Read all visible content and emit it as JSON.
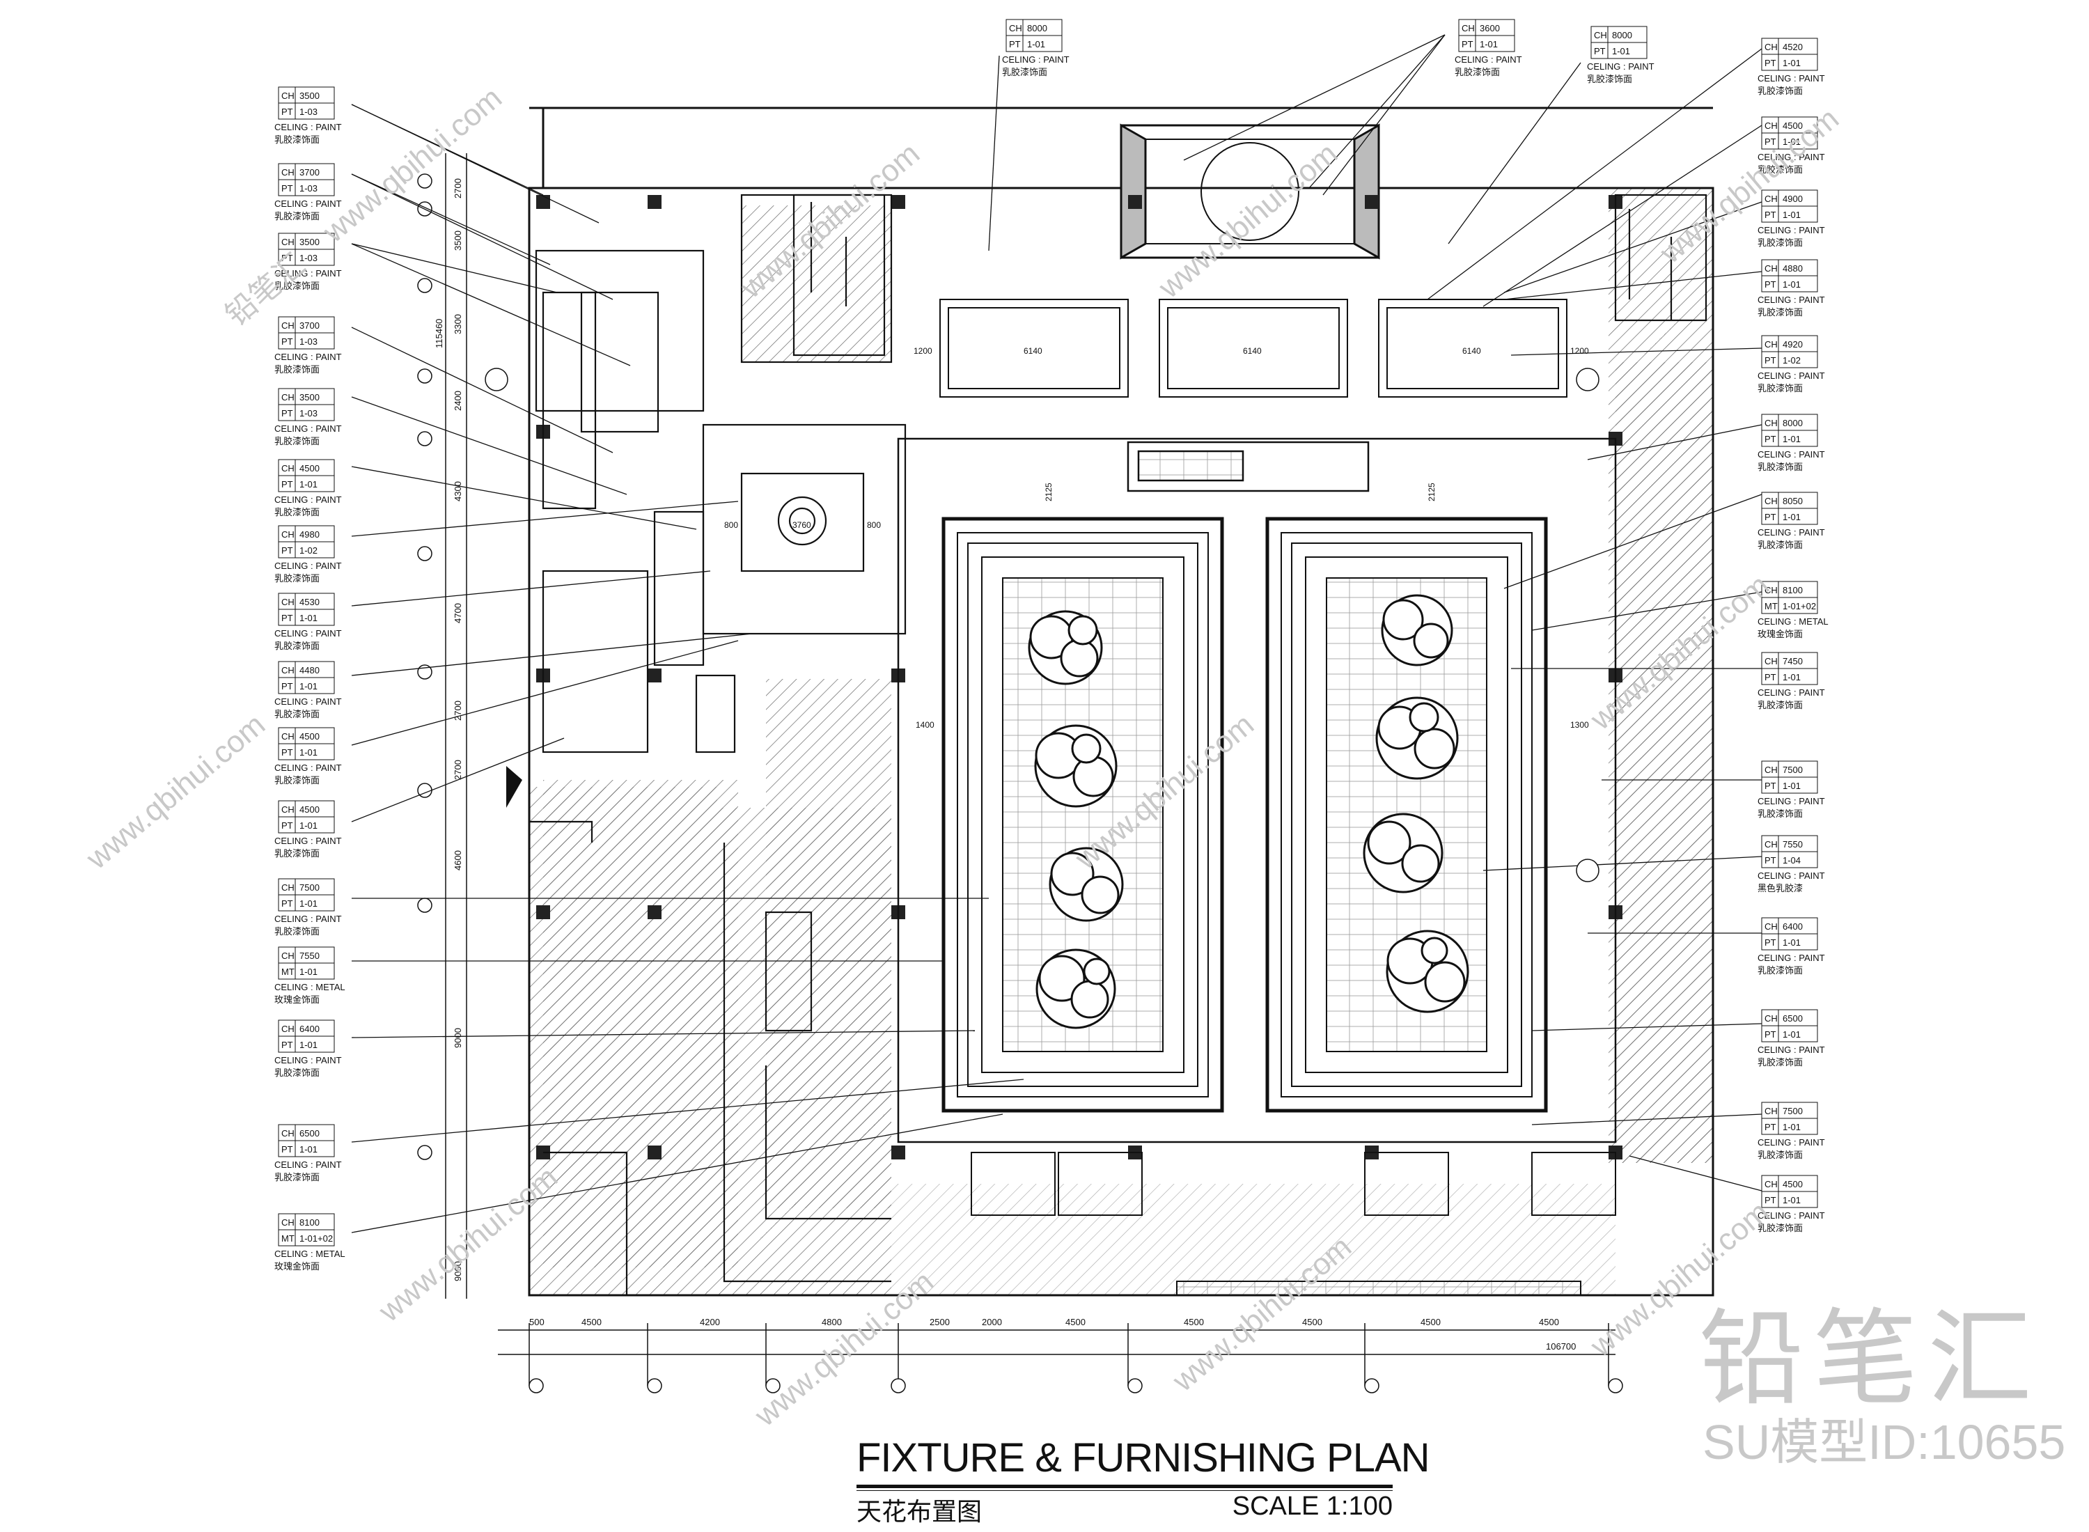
{
  "title": {
    "main": "FIXTURE & FURNISHING PLAN",
    "sub": "天花布置图",
    "scale": "SCALE 1:100"
  },
  "watermark": {
    "brand": "铅笔汇",
    "model_id": "SU模型ID:10655",
    "url": "www.qbihui.com"
  },
  "colors": {
    "line": "#111111",
    "hatch": "#555555",
    "watermark": "#c8c8c8"
  },
  "tags_left": [
    {
      "ch": "3500",
      "code": "PT",
      "mat": "1-03",
      "spec": "CELING : PAINT",
      "cn": "乳胶漆饰面"
    },
    {
      "ch": "3700",
      "code": "PT",
      "mat": "1-03",
      "spec": "CELING : PAINT",
      "cn": "乳胶漆饰面"
    },
    {
      "ch": "3500",
      "code": "PT",
      "mat": "1-03",
      "spec": "CELING : PAINT",
      "cn": "乳胶漆饰面"
    },
    {
      "ch": "3700",
      "code": "PT",
      "mat": "1-03",
      "spec": "CELING : PAINT",
      "cn": "乳胶漆饰面"
    },
    {
      "ch": "3500",
      "code": "PT",
      "mat": "1-03",
      "spec": "CELING : PAINT",
      "cn": "乳胶漆饰面"
    },
    {
      "ch": "4500",
      "code": "PT",
      "mat": "1-01",
      "spec": "CELING : PAINT",
      "cn": "乳胶漆饰面"
    },
    {
      "ch": "4980",
      "code": "PT",
      "mat": "1-02",
      "spec": "CELING : PAINT",
      "cn": "乳胶漆饰面"
    },
    {
      "ch": "4530",
      "code": "PT",
      "mat": "1-01",
      "spec": "CELING : PAINT",
      "cn": "乳胶漆饰面"
    },
    {
      "ch": "4480",
      "code": "PT",
      "mat": "1-01",
      "spec": "CELING : PAINT",
      "cn": "乳胶漆饰面"
    },
    {
      "ch": "4500",
      "code": "PT",
      "mat": "1-01",
      "spec": "CELING : PAINT",
      "cn": "乳胶漆饰面"
    },
    {
      "ch": "4500",
      "code": "PT",
      "mat": "1-01",
      "spec": "CELING : PAINT",
      "cn": "乳胶漆饰面"
    },
    {
      "ch": "7500",
      "code": "PT",
      "mat": "1-01",
      "spec": "CELING : PAINT",
      "cn": "乳胶漆饰面"
    },
    {
      "ch": "7550",
      "code": "MT",
      "mat": "1-01",
      "spec": "CELING : METAL",
      "cn": "玫瑰金饰面"
    },
    {
      "ch": "6400",
      "code": "PT",
      "mat": "1-01",
      "spec": "CELING : PAINT",
      "cn": "乳胶漆饰面"
    },
    {
      "ch": "6500",
      "code": "PT",
      "mat": "1-01",
      "spec": "CELING : PAINT",
      "cn": "乳胶漆饰面"
    },
    {
      "ch": "8100",
      "code": "MT",
      "mat": "1-01+02",
      "spec": "CELING : METAL",
      "cn": "玫瑰金饰面"
    }
  ],
  "tags_top": [
    {
      "ch": "8000",
      "code": "PT",
      "mat": "1-01",
      "spec": "CELING : PAINT",
      "cn": "乳胶漆饰面"
    },
    {
      "ch": "3600",
      "code": "PT",
      "mat": "1-01",
      "spec": "CELING : PAINT",
      "cn": "乳胶漆饰面"
    },
    {
      "ch": "8000",
      "code": "PT",
      "mat": "1-01",
      "spec": "CELING : PAINT",
      "cn": "乳胶漆饰面"
    }
  ],
  "tags_right": [
    {
      "ch": "4520",
      "code": "PT",
      "mat": "1-01",
      "spec": "CELING : PAINT",
      "cn": "乳胶漆饰面"
    },
    {
      "ch": "4500",
      "code": "PT",
      "mat": "1-01",
      "spec": "CELING : PAINT",
      "cn": "乳胶漆饰面"
    },
    {
      "ch": "4900",
      "code": "PT",
      "mat": "1-01",
      "spec": "CELING : PAINT",
      "cn": "乳胶漆饰面"
    },
    {
      "ch": "4880",
      "code": "PT",
      "mat": "1-01",
      "spec": "CELING : PAINT",
      "cn": "乳胶漆饰面"
    },
    {
      "ch": "4920",
      "code": "PT",
      "mat": "1-02",
      "spec": "CELING : PAINT",
      "cn": "乳胶漆饰面"
    },
    {
      "ch": "8000",
      "code": "PT",
      "mat": "1-01",
      "spec": "CELING : PAINT",
      "cn": "乳胶漆饰面"
    },
    {
      "ch": "8050",
      "code": "PT",
      "mat": "1-01",
      "spec": "CELING : PAINT",
      "cn": "乳胶漆饰面"
    },
    {
      "ch": "8100",
      "code": "MT",
      "mat": "1-01+02",
      "spec": "CELING : METAL",
      "cn": "玫瑰金饰面"
    },
    {
      "ch": "7450",
      "code": "PT",
      "mat": "1-01",
      "spec": "CELING : PAINT",
      "cn": "乳胶漆饰面"
    },
    {
      "ch": "7500",
      "code": "PT",
      "mat": "1-01",
      "spec": "CELING : PAINT",
      "cn": "乳胶漆饰面"
    },
    {
      "ch": "7550",
      "code": "PT",
      "mat": "1-04",
      "spec": "CELING : PAINT",
      "cn": "黑色乳胶漆"
    },
    {
      "ch": "6400",
      "code": "PT",
      "mat": "1-01",
      "spec": "CELING : PAINT",
      "cn": "乳胶漆饰面"
    },
    {
      "ch": "6500",
      "code": "PT",
      "mat": "1-01",
      "spec": "CELING : PAINT",
      "cn": "乳胶漆饰面"
    },
    {
      "ch": "7500",
      "code": "PT",
      "mat": "1-01",
      "spec": "CELING : PAINT",
      "cn": "乳胶漆饰面"
    },
    {
      "ch": "4500",
      "code": "PT",
      "mat": "1-01",
      "spec": "CELING : PAINT",
      "cn": "乳胶漆饰面"
    }
  ],
  "dims_bottom": [
    "500",
    "4500",
    "4200",
    "4800",
    "2500",
    "2000",
    "4500",
    "4500",
    "4500",
    "4500",
    "4500"
  ],
  "dim_total_bottom": "106700",
  "dims_left": [
    "2700",
    "3500",
    "3300",
    "2400",
    "4300",
    "4700",
    "2700",
    "2700",
    "4600",
    "9000",
    "9000"
  ],
  "dim_total_left": "115460",
  "ceiling_dims": {
    "panel_width": "6140",
    "panel_gap": "1200",
    "hall_top": "2125",
    "hall_left": "1400",
    "hall_right": "1300",
    "lift_w": "3760",
    "lift_side": "800"
  }
}
